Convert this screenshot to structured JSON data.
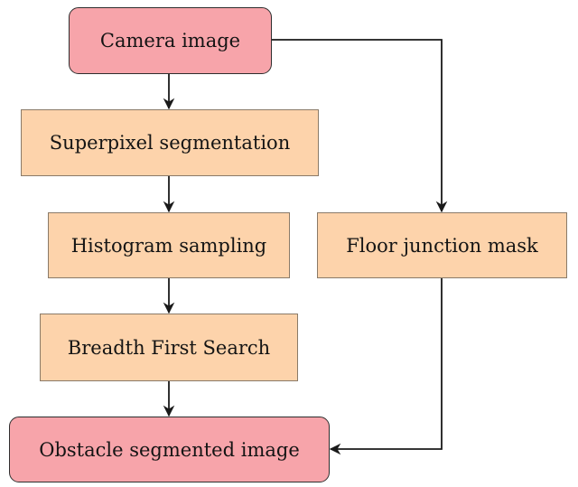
{
  "colors": {
    "terminal_fill": "#f7a4aa",
    "process_fill": "#fdd3ab",
    "line": "#1a1a1a"
  },
  "nodes": {
    "camera_image": "Camera image",
    "superpixel_segmentation": "Superpixel segmentation",
    "histogram_sampling": "Histogram sampling",
    "breadth_first_search": "Breadth First Search",
    "floor_junction_mask": "Floor junction mask",
    "obstacle_segmented_image": "Obstacle segmented image"
  },
  "edges": [
    {
      "from": "camera_image",
      "to": "superpixel_segmentation"
    },
    {
      "from": "superpixel_segmentation",
      "to": "histogram_sampling"
    },
    {
      "from": "histogram_sampling",
      "to": "breadth_first_search"
    },
    {
      "from": "breadth_first_search",
      "to": "obstacle_segmented_image"
    },
    {
      "from": "camera_image",
      "to": "floor_junction_mask"
    },
    {
      "from": "floor_junction_mask",
      "to": "obstacle_segmented_image"
    }
  ]
}
